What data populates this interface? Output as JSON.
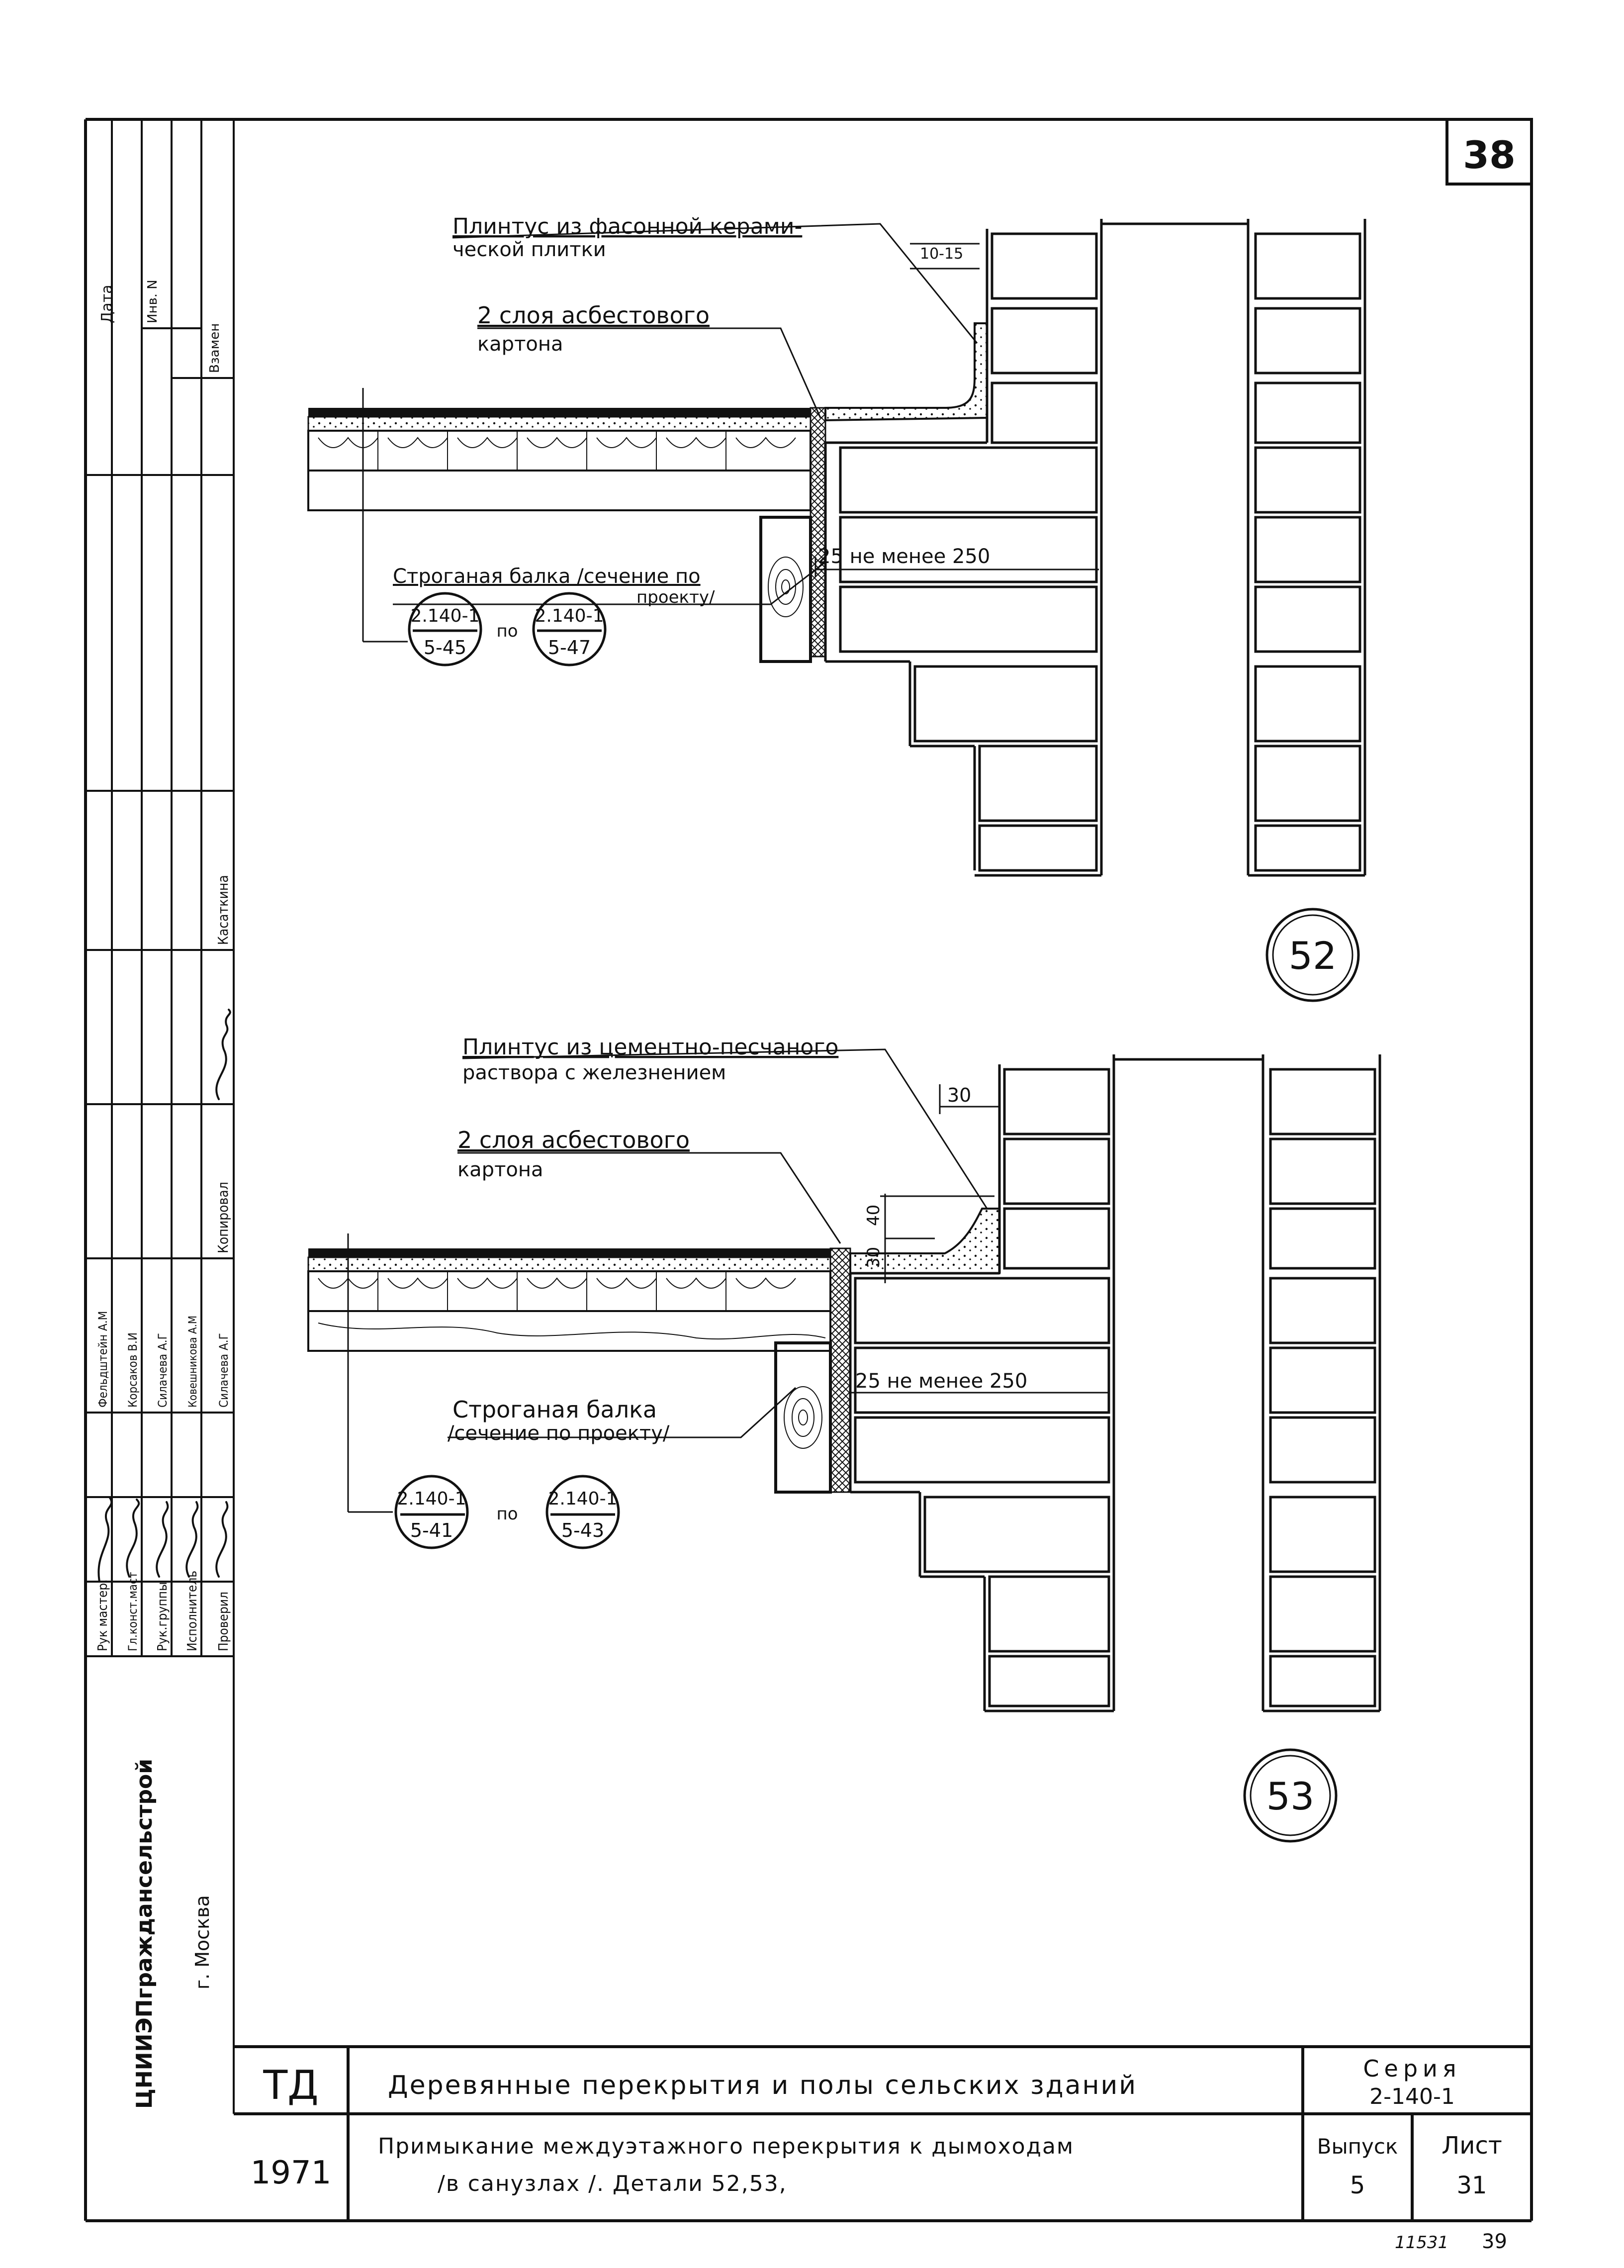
{
  "sheet": {
    "page_number": "38",
    "footer_left": "11531",
    "footer_right": "39"
  },
  "side_stamp": {
    "org": "ЦНИИЭПграждансельстрой",
    "city": "г. Москва",
    "rows": [
      {
        "role": "Рук мастер.",
        "name": "Фельдштейн А.М"
      },
      {
        "role": "Гл.конст.маст",
        "name": "Корсаков В.И"
      },
      {
        "role": "Рук.группы",
        "name": "Силачева А.Г"
      },
      {
        "role": "Исполнитель",
        "name": "Ковешникова А.М"
      },
      {
        "role": "Проверил",
        "name": "Силачева А.Г"
      }
    ],
    "copied_label": "Копировал",
    "copied_by": "Касаткина",
    "date_label": "Дата",
    "inv_label": "Инв. N",
    "replace_label": "Взамен"
  },
  "detail52": {
    "number": "52",
    "plinth_label_1": "Плинтус из фасонной керами-",
    "plinth_label_2": "ческой плитки",
    "asbestos_1": "2 слоя асбестового",
    "asbestos_2": "картона",
    "dim_top": "10-15",
    "beam_1": "Строганая балка /сечение по",
    "beam_2": "проекту/",
    "dim_wall": "25  не менее 250",
    "ref1_top": "2.140-1",
    "ref1_bot": "5-45",
    "ref_sep": "по",
    "ref2_top": "2.140-1",
    "ref2_bot": "5-47"
  },
  "detail53": {
    "number": "53",
    "plinth_label_1": "Плинтус из цементно-песчаного",
    "plinth_label_2": "раствора с железнением",
    "asbestos_1": "2 слоя асбестового",
    "asbestos_2": "картона",
    "dim_top": "30",
    "dim_side_a": "30",
    "dim_side_b": "40",
    "beam_1": "Строганая балка",
    "beam_2": "/сечение по проекту/",
    "dim_wall": "25  не менее 250",
    "ref1_top": "2.140-1",
    "ref1_bot": "5-41",
    "ref_sep": "по",
    "ref2_top": "2.140-1",
    "ref2_bot": "5-43"
  },
  "title_block": {
    "code": "ТД",
    "year": "1971",
    "title_main": "Деревянные перекрытия и полы сельских зданий",
    "title_sub_1": "Примыкание междуэтажного перекрытия к дымоходам",
    "title_sub_2": "/в санузлах /. Детали 52,53,",
    "series_label": "Серия",
    "series_value": "2-140-1",
    "issue_label": "Выпуск",
    "issue_value": "5",
    "sheet_label": "Лист",
    "sheet_value": "31"
  }
}
